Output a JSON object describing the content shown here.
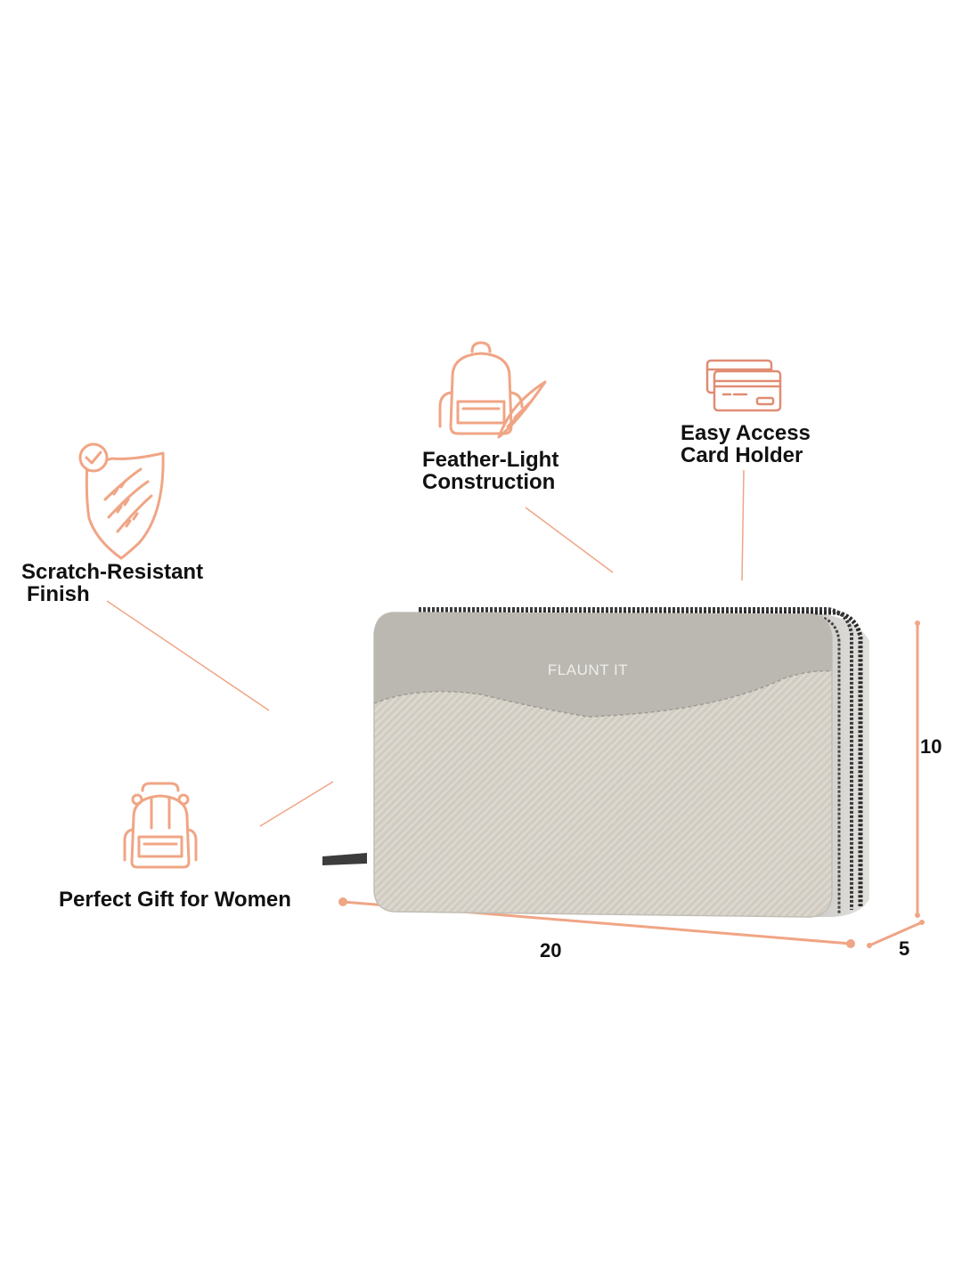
{
  "features": {
    "scratch": {
      "line1": "Scratch-Resistant",
      "line2": "Finish",
      "icon": "shield-scratch-icon"
    },
    "feather": {
      "line1": "Feather-Light",
      "line2": "Construction",
      "icon": "backpack-feather-icon"
    },
    "card": {
      "line1": "Easy Access",
      "line2": "Card Holder",
      "icon": "credit-card-icon"
    },
    "gift": {
      "label": "Perfect Gift for Women",
      "icon": "backpack-icon"
    }
  },
  "dimensions": {
    "width": "20",
    "height": "10",
    "depth": "5"
  },
  "product": {
    "brand": "FLAUNT IT"
  },
  "colors": {
    "accent": "#f0a585",
    "wallet_body": "#dcd8cf",
    "wallet_band": "#b5b2aa"
  }
}
